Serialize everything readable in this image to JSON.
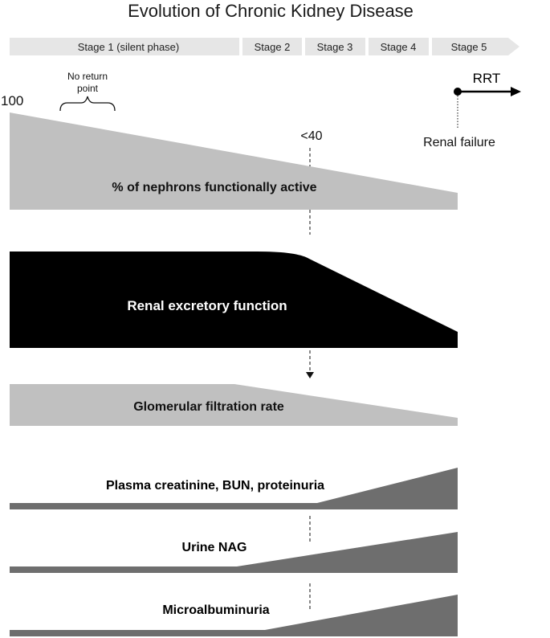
{
  "title": "Evolution of Chronic Kidney Disease",
  "stages": [
    {
      "label": "Stage 1 (silent phase)"
    },
    {
      "label": "Stage 2"
    },
    {
      "label": "Stage 3"
    },
    {
      "label": "Stage 4"
    },
    {
      "label": "Stage 5"
    }
  ],
  "annotations": {
    "start_value": "100",
    "no_return_line1": "No return",
    "no_return_line2": "point",
    "threshold": "<40",
    "rrt": "RRT",
    "renal_failure": "Renal failure"
  },
  "bands": {
    "nephrons": "% of nephrons functionally active",
    "excretory": "Renal excretory function",
    "gfr": "Glomerular filtration rate",
    "creatinine": "Plasma creatinine, BUN, proteinuria",
    "nag": "Urine NAG",
    "microalb": "Microalbuminuria"
  },
  "colors": {
    "stage_bar": "#e6e6e6",
    "light_band": "#c0c0c0",
    "dark_band": "#000000",
    "marker_band": "#6e6e6e",
    "text": "#111111"
  }
}
